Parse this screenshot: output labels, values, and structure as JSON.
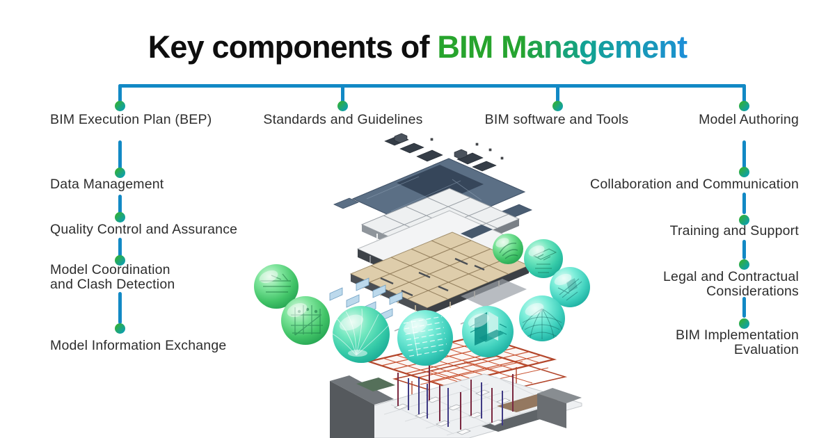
{
  "title": {
    "prefix": "Key components of ",
    "highlight": "BIM Management"
  },
  "theme": {
    "title_color": "#0e0e0e",
    "title_gradient_from": "#27a42d",
    "title_gradient_mid": "#12a295",
    "title_gradient_to": "#1d8fd5",
    "line_color": "#1289c5",
    "dot_green": "#2fae42",
    "dot_teal": "#0d9fae",
    "label_color": "#2d2d2d",
    "background": "#ffffff",
    "sphere_teal": "#3fd0bd",
    "sphere_green": "#42c468",
    "roof_slate": "#5b6f85",
    "steel_red": "#c8502e",
    "wall_tan": "#decdab"
  },
  "nodes": {
    "left": [
      "BIM Execution Plan (BEP)",
      "Data Management",
      "Quality Control and Assurance",
      "Model Coordination\nand Clash Detection",
      "Model Information Exchange"
    ],
    "top": [
      "Standards and Guidelines",
      "BIM software and Tools"
    ],
    "right": [
      "Model Authoring",
      "Collaboration and Communication",
      "Training and Support",
      "Legal and Contractual\nConsiderations",
      "BIM Implementation\nEvaluation"
    ]
  },
  "illustration": {
    "label": "Exploded 3D BIM building model with stacked floor layers, red steel framing and foundation site, surrounded by green and teal glass spheres showing construction scenes"
  }
}
